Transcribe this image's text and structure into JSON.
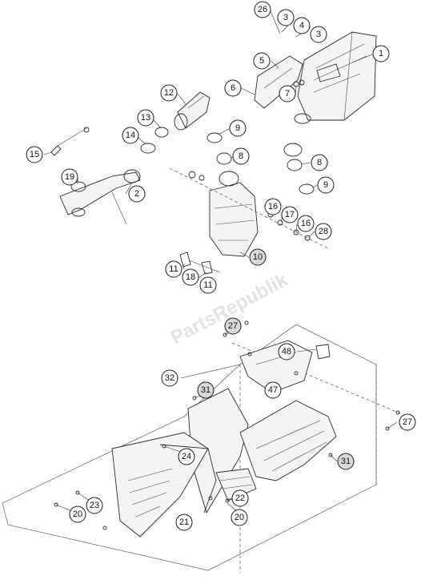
{
  "watermark": "PartsRepublik",
  "callouts": [
    {
      "id": "c26a",
      "label": "26"
    },
    {
      "id": "c3a",
      "label": "3"
    },
    {
      "id": "c4",
      "label": "4"
    },
    {
      "id": "c3b",
      "label": "3"
    },
    {
      "id": "c1",
      "label": "1"
    },
    {
      "id": "c5",
      "label": "5"
    },
    {
      "id": "c6",
      "label": "6"
    },
    {
      "id": "c7",
      "label": "7"
    },
    {
      "id": "c12",
      "label": "12"
    },
    {
      "id": "c13",
      "label": "13"
    },
    {
      "id": "c14",
      "label": "14"
    },
    {
      "id": "c9a",
      "label": "9"
    },
    {
      "id": "c8a",
      "label": "8"
    },
    {
      "id": "c8b",
      "label": "8"
    },
    {
      "id": "c9b",
      "label": "9"
    },
    {
      "id": "c15",
      "label": "15"
    },
    {
      "id": "c19",
      "label": "19"
    },
    {
      "id": "c2",
      "label": "2"
    },
    {
      "id": "c16a",
      "label": "16"
    },
    {
      "id": "c17",
      "label": "17"
    },
    {
      "id": "c16b",
      "label": "16"
    },
    {
      "id": "c28",
      "label": "28"
    },
    {
      "id": "c10",
      "label": "10"
    },
    {
      "id": "c11a",
      "label": "11"
    },
    {
      "id": "c18",
      "label": "18"
    },
    {
      "id": "c11b",
      "label": "11"
    },
    {
      "id": "c27a",
      "label": "27"
    },
    {
      "id": "c48",
      "label": "48"
    },
    {
      "id": "c32",
      "label": "32"
    },
    {
      "id": "c47",
      "label": "47"
    },
    {
      "id": "c31a",
      "label": "31"
    },
    {
      "id": "c27b",
      "label": "27"
    },
    {
      "id": "c24",
      "label": "24"
    },
    {
      "id": "c31b",
      "label": "31"
    },
    {
      "id": "c22",
      "label": "22"
    },
    {
      "id": "c23",
      "label": "23"
    },
    {
      "id": "c20a",
      "label": "20"
    },
    {
      "id": "c20b",
      "label": "20"
    },
    {
      "id": "c21",
      "label": "21"
    }
  ]
}
